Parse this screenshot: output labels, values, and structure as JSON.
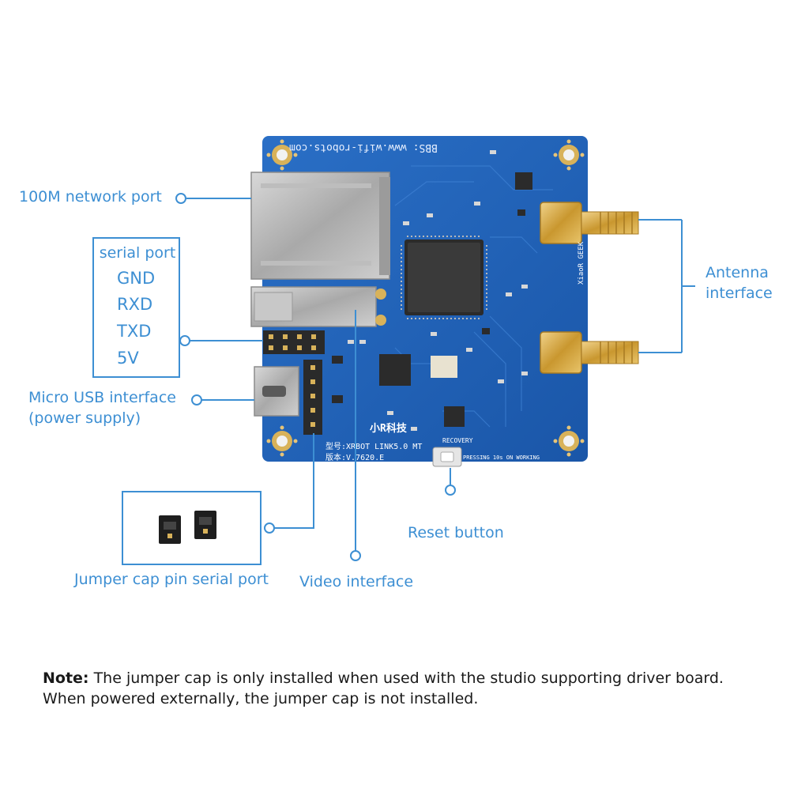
{
  "labels": {
    "network_port": "100M network port",
    "serial_port_title": "serial port",
    "serial_pins": [
      "GND",
      "RXD",
      "TXD",
      "5V"
    ],
    "micro_usb_line1": "Micro USB interface",
    "micro_usb_line2": "(power supply)",
    "antenna_line1": "Antenna",
    "antenna_line2": "interface",
    "reset_button": "Reset button",
    "jumper_cap": "Jumper cap pin serial port",
    "video_interface": "Video interface"
  },
  "board_text": {
    "bbs": "BBS: www.wifi-robots.com",
    "model": "型号:XRBOT LINK5.0 MT",
    "version": "版本:V.7620.E",
    "brand": "小R科技",
    "recovery": "RECOVERY",
    "pressing": "PRESSING 10s ON WORKING",
    "side": "XiaoR GEEK"
  },
  "note": {
    "prefix": "Note:",
    "line1": " The jumper cap is only installed when used with the studio supporting driver board.",
    "line2": "When powered externally, the jumper cap is not installed."
  },
  "colors": {
    "accent": "#3d8fd3",
    "board": "#1f5fb5",
    "text": "#1a1a1a"
  }
}
